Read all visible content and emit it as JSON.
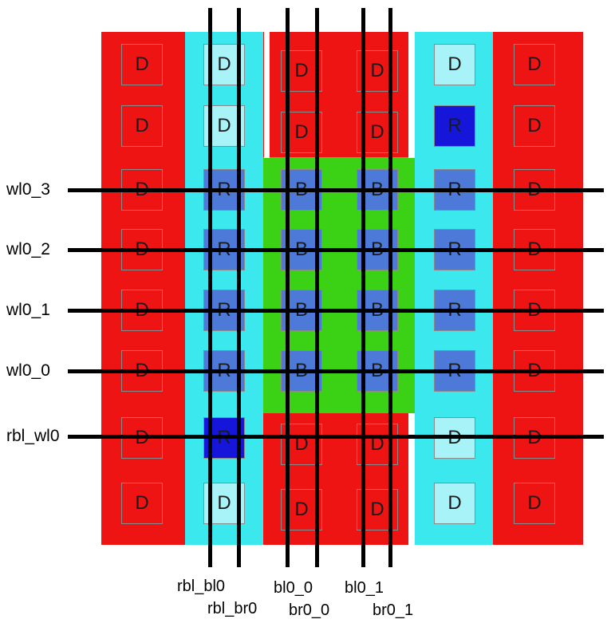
{
  "colors": {
    "background": "#ffffff",
    "red": "#ee1414",
    "cyan": "#3ae8ee",
    "green": "#3bd215",
    "blue": "#4d7ad8",
    "dark_blue": "#1616da",
    "light_cyan": "#a8f3f8",
    "outline": "#8a8a8a",
    "line": "#000000",
    "text": "#1a1a1a"
  },
  "wordline_labels": [
    "wl0_3",
    "wl0_2",
    "wl0_1",
    "wl0_0",
    "rbl_wl0"
  ],
  "bitline_labels": [
    "rbl_bl0",
    "rbl_br0",
    "bl0_0",
    "br0_0",
    "bl0_1",
    "br0_1"
  ],
  "grid": {
    "rows": [
      {
        "cells": [
          {
            "label": "D",
            "kind": "d-red"
          },
          {
            "label": "D",
            "kind": "d-cyan"
          },
          {
            "label": "D",
            "kind": "d-red"
          },
          {
            "label": "D",
            "kind": "d-red"
          },
          {
            "label": "D",
            "kind": "d-cyan"
          },
          {
            "label": "D",
            "kind": "d-red"
          }
        ]
      },
      {
        "cells": [
          {
            "label": "D",
            "kind": "d-red"
          },
          {
            "label": "D",
            "kind": "d-cyan"
          },
          {
            "label": "D",
            "kind": "d-red"
          },
          {
            "label": "D",
            "kind": "d-red"
          },
          {
            "label": "R",
            "kind": "r-dark"
          },
          {
            "label": "D",
            "kind": "d-red"
          }
        ]
      },
      {
        "cells": [
          {
            "label": "D",
            "kind": "d-red"
          },
          {
            "label": "R",
            "kind": "r-blue"
          },
          {
            "label": "B",
            "kind": "b-cell"
          },
          {
            "label": "B",
            "kind": "b-cell"
          },
          {
            "label": "R",
            "kind": "r-blue"
          },
          {
            "label": "D",
            "kind": "d-red"
          }
        ]
      },
      {
        "cells": [
          {
            "label": "D",
            "kind": "d-red"
          },
          {
            "label": "R",
            "kind": "r-blue"
          },
          {
            "label": "B",
            "kind": "b-cell"
          },
          {
            "label": "B",
            "kind": "b-cell"
          },
          {
            "label": "R",
            "kind": "r-blue"
          },
          {
            "label": "D",
            "kind": "d-red"
          }
        ]
      },
      {
        "cells": [
          {
            "label": "D",
            "kind": "d-red"
          },
          {
            "label": "R",
            "kind": "r-blue"
          },
          {
            "label": "B",
            "kind": "b-cell"
          },
          {
            "label": "B",
            "kind": "b-cell"
          },
          {
            "label": "R",
            "kind": "r-blue"
          },
          {
            "label": "D",
            "kind": "d-red"
          }
        ]
      },
      {
        "cells": [
          {
            "label": "D",
            "kind": "d-red"
          },
          {
            "label": "R",
            "kind": "r-blue"
          },
          {
            "label": "B",
            "kind": "b-cell"
          },
          {
            "label": "B",
            "kind": "b-cell"
          },
          {
            "label": "R",
            "kind": "r-blue"
          },
          {
            "label": "D",
            "kind": "d-red"
          }
        ]
      },
      {
        "cells": [
          {
            "label": "D",
            "kind": "d-red"
          },
          {
            "label": "R",
            "kind": "r-dark"
          },
          {
            "label": "D",
            "kind": "d-red"
          },
          {
            "label": "D",
            "kind": "d-red"
          },
          {
            "label": "D",
            "kind": "d-cyan"
          },
          {
            "label": "D",
            "kind": "d-red"
          }
        ]
      },
      {
        "cells": [
          {
            "label": "D",
            "kind": "d-red"
          },
          {
            "label": "D",
            "kind": "d-cyan"
          },
          {
            "label": "D",
            "kind": "d-red"
          },
          {
            "label": "D",
            "kind": "d-red"
          },
          {
            "label": "D",
            "kind": "d-cyan"
          },
          {
            "label": "D",
            "kind": "d-red"
          }
        ]
      }
    ]
  }
}
